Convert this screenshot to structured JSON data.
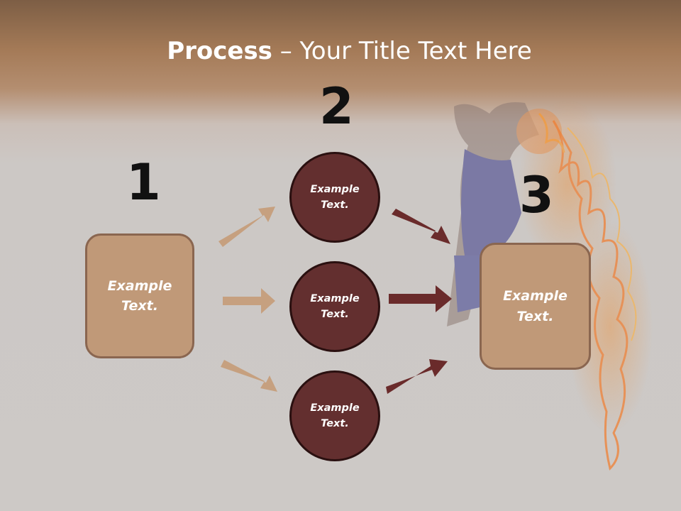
{
  "slide": {
    "title_bold": "Process",
    "title_rest": " – Your Title Text Here"
  },
  "steps": [
    {
      "number": "1",
      "label": "Example\nText."
    },
    {
      "number": "2",
      "items": [
        {
          "label": "Example\nText."
        },
        {
          "label": "Example\nText."
        },
        {
          "label": "Example\nText."
        }
      ]
    },
    {
      "number": "3",
      "label": "Example\nText."
    }
  ],
  "colors": {
    "light_box": "#c09978",
    "dark_circle": "#632f2f",
    "light_arrow": "#c6a07f",
    "dark_arrow": "#6a2b2b"
  },
  "background_image": "basketball-player-fire"
}
